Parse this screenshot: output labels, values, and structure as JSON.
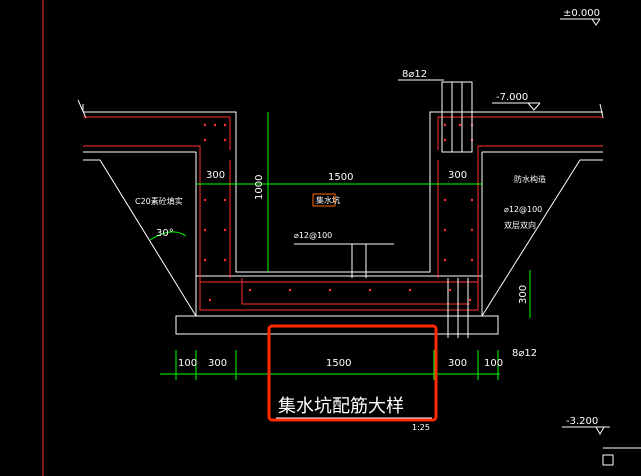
{
  "drawing": {
    "title": "集水坑配筋大样",
    "scale": "1:25",
    "elevations": {
      "top": "±0.000",
      "upper": "-7.000",
      "lower": "-3.200"
    },
    "rebar": {
      "top_bars": "8⌀12",
      "bottom_bars": "8⌀12",
      "bottom_mesh": "⌀12@100",
      "side_mesh": "⌀12@100",
      "side_mesh_note": "双层双向"
    },
    "notes": {
      "backfill": "C20素砼填实",
      "angle": "30°",
      "waterproof": "防水构造",
      "tag": "集水坑"
    },
    "dimensions": {
      "wall_left": "300",
      "pit_width": "1500",
      "wall_right": "300",
      "depth": "1000",
      "bottom_thk": "300",
      "cover_left": "100",
      "cover_right": "100",
      "bottom_wall_left": "300",
      "bottom_pit_width": "1500",
      "bottom_wall_right": "300"
    },
    "colors": {
      "background": "#000000",
      "outline": "#ffffff",
      "rebar": "#ff3030",
      "dimension": "#00ff00",
      "highlight": "#ff2a00"
    }
  }
}
